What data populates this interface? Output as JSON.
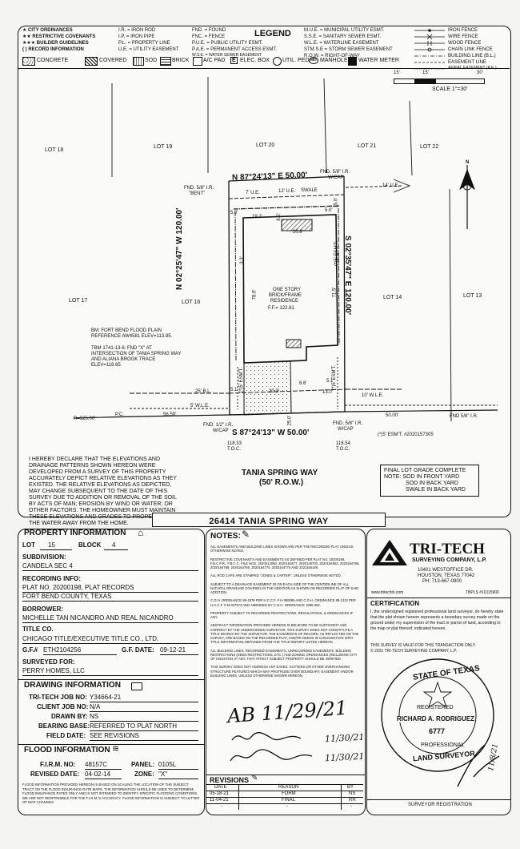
{
  "legend": {
    "title": "LEGEND",
    "col1": [
      "★ CITY ORDINANCES",
      "★★ RESTRICTIVE COVENANTS",
      "★★★ BUILDER GUIDELINES",
      "( ) RECORD INFORMATION"
    ],
    "col2": [
      "I.R. = IRON ROD",
      "I.P. = IRON PIPE",
      "P.L. = PROPERTY LINE",
      "U.E. = UTILITY EASEMENT"
    ],
    "col3": [
      "FND. = FOUND",
      "FNC. = FENCE",
      "P.U.E. = PUBLIC UTILITY ESMT.",
      "P.A.E. = PERMANENT ACCESS ESMT.",
      "W.S.E. = WATER SEWER EASEMENT"
    ],
    "col4": [
      "M.U.E. = MUNICIPAL UTILITY ESMT.",
      "S.S.E. = SANITARY SEWER ESMT.",
      "W.L.E. = WATERLINE EASEMENT",
      "STM.S.E = STORM SEWER EASEMENT",
      "R.O.W. = RIGHT-OF-WAY"
    ],
    "col5": [
      "IRON FENCE",
      "WIRE FENCE",
      "WOOD FENCE",
      "CHAIN LINK FENCE",
      "BUILDING LINE (B.L.)",
      "EASEMENT LINE",
      "AERIAL EASEMENT (A.E.)"
    ],
    "symbols": [
      "CONCRETE",
      "COVERED",
      "SOD",
      "BRICK",
      "A/C PAD",
      "ELEC. BOX",
      "UTIL. PED.",
      "MANHOLE",
      "WATER METER"
    ],
    "symbol_marks": {
      "elec_box": "E",
      "manhole": "MH"
    },
    "scale_marks": [
      "15'",
      "15'",
      "30'"
    ],
    "scale": "SCALE 1\"=30'"
  },
  "plat": {
    "north": "N",
    "lots": [
      "LOT 18",
      "LOT 19",
      "LOT 20",
      "LOT 21",
      "LOT 22",
      "LOT 17",
      "LOT 16",
      "LOT 14",
      "LOT 13"
    ],
    "bearing_north": "N 87°24'13\" E 50.00'",
    "bearing_south": "S 87°24'13\" W 50.00'",
    "bearing_west": "N 02°25'47\" W 120.00'",
    "bearing_east": "S 02°35'47\" E 120.00'",
    "fnd_nw": "FND. 5/8\" I.R.",
    "fnd_nw_2": "\"BENT\"",
    "fnd_ne": "FND. 5/8\" I.R.",
    "fnd_ne_2": "W/CAP",
    "fnd_sw": "FND. 1/2\" I.R.",
    "fnd_sw_2": "W/CAP",
    "fnd_se": "FND. 5/8\" I.R.",
    "fnd_se_2": "W/CAP",
    "fnd_far": "FND 5/8\" I.R.",
    "ue_top": "7' U.E.",
    "ue_top_2": "12' U.E.",
    "ue_right": "14' U.E.",
    "swale": "SWALE",
    "residence": [
      "ONE STORY",
      "BRICK/FRAME",
      "RESIDENCE",
      "F.F.= 122.81"
    ],
    "dims": [
      "19.2'",
      "8.0'",
      "20.8'",
      "78.9'",
      "71.5'",
      "20.3'",
      "6.6'",
      "13.0'",
      "25.0'",
      "5.0'",
      "5.0'",
      "5.1'",
      "5.1'",
      "3.3'",
      "2.5'",
      "15.0'"
    ],
    "esmt_left": "(*)5' ESM'T.",
    "esmt_right": "(*)5' ESM'T.",
    "esmt_right_2": "(*)5' ESM'T.",
    "bl": "25' B.L.",
    "wle_left": "5' W.L.E.",
    "wle_right": "10' W.L.E.",
    "curve": "R=525.00'",
    "pc": "P.C.",
    "len1": "56.59'",
    "len2": "50.00'",
    "esmt_note": "(*)5' ESM'T. #2020157305",
    "toc_left": "118.33",
    "toc_right": "118.54",
    "toc": "T.O.C.",
    "bm": [
      "BM: FORT BEND FLOOD PLAIN",
      "REFERENCE AW4581 ELEV=113.85.",
      "TBM 1741-13-6: FND \"X\" AT",
      "INTERSECTION OF TANIA SPRING WAY",
      "AND ALIANA BROOK TRACE",
      "ELEV=118.65."
    ],
    "street": "TANIA SPRING WAY",
    "row": "(50' R.O.W.)",
    "declaration": [
      "I HEREBY DECLARE THAT THE ELEVATIONS AND",
      "DRAINAGE PATTERNS SHOWN HEREON WERE",
      "DEVELOPED FROM A SURVEY OF THIS PROPERTY",
      "ACCURATELY DEPICT RELATIVE ELEVATIONS AS THEY",
      "EXISTED. THE RELATIVE ELEVATIONS AS DEPICTED,",
      "MAY CHANGE SUBSEQUENT TO THE DATE OF THIS",
      "SURVEY DUE TO ADDITION OR REMOVAL OF THE SOIL",
      "BY ACTS OF MAN; EROSION BY WIND OR WATER; OR",
      "OTHER FACTORS. THE HOMEOWNER MUST MAINTAIN",
      "THESE ELEVATIONS AND GRADES TO PROPERLY DRAIN",
      "THE WATER AWAY FROM THE HOME."
    ],
    "final_grade": [
      "FINAL LOT GRADE COMPLETE",
      "NOTE: SOD IN FRONT YARD",
      "SOD IN BACK YARD",
      "SWALE IN BACK YARD"
    ]
  },
  "address": "26414 TANIA SPRING WAY",
  "property": {
    "title": "PROPERTY INFORMATION",
    "lot_label": "LOT",
    "lot": "15",
    "block_label": "BLOCK",
    "block": "4",
    "subdivision_label": "SUBDIVISION:",
    "subdivision": "CANDELA SEC 4",
    "recording_label": "RECORDING INFO:",
    "recording": [
      "PLAT NO. 20200198, PLAT RECORDS",
      "FORT BEND COUNTY, TEXAS"
    ],
    "borrower_label": "BORROWER:",
    "borrower": "MICHELLE TAN NICANDRO AND REAL NICANDRO",
    "title_co_label": "TITLE CO.",
    "title_co": "CHICAGO TITLE/EXECUTIVE TITLE CO., LTD.",
    "gf_label": "G.F.#",
    "gf": "ETH2104256",
    "gf_date_label": "G.F. DATE:",
    "gf_date": "09-12-21",
    "surveyed_label": "SURVEYED FOR:",
    "surveyed": "PERRY HOMES, LLC"
  },
  "drawing": {
    "title": "DRAWING INFORMATION",
    "rows": [
      {
        "label": "TRI-TECH JOB NO:",
        "value": "Y34664-21"
      },
      {
        "label": "CLIENT JOB NO:",
        "value": "N/A"
      },
      {
        "label": "DRAWN BY:",
        "value": "NS"
      },
      {
        "label": "BEARING BASE:",
        "value": "REFERRED TO PLAT NORTH"
      },
      {
        "label": "FIELD DATE:",
        "value": "SEE REVISIONS"
      }
    ]
  },
  "flood": {
    "title": "FLOOD INFORMATION",
    "firm_label": "F.I.R.M. NO:",
    "firm": "48157C",
    "panel_label": "PANEL:",
    "panel": "0105L",
    "revised_label": "REVISED DATE:",
    "revised": "04-02-14",
    "zone_label": "ZONE:",
    "zone": "\"X\"",
    "disclaimer": "FLOOD INFORMATION PROVIDED HEREON IS BASED ON SCALING THE LOCATION OF THE SUBJECT TRACT ON THE FLOOD INSURANCE RATE MAPS. THE INFORMATION SHOULD BE USED TO DETERMINE FLOOD INSURANCE RATES ONLY AND IS NOT INTENDED TO IDENTIFY SPECIFIC FLOODING CONDITIONS. WE ARE NOT RESPONSIBLE FOR THE F.I.R.M.'S ACCURACY. FLOOD INFORMATION IS SUBJECT TO LETTER OF MAP CHANGES."
  },
  "notes": {
    "title": "NOTES:",
    "items": [
      "ALL EASEMENTS AND BUILDING LINES SHOWN ARE PER THE RECORDED PLAT UNLESS OTHERWISE NOTED.",
      "RESTRICTIVE COVENANTS AND EASEMENTS AS DEFINED PER PLAT NO. 20200198, F.B.C.P.R.; F.B.C.C. FILE NOS. 2020012060, 2020181677, 2020146702, 2020164953, 2020164765, 2020164768, 2020164769, 2020164770, 2020164775 AND 2021165186.",
      "ALL ROD CAPS ARE STAMPED \"JONES & CARTER\", UNLESS OTHERWISE NOTED.",
      "SUBJECT TO A DRAINAGE EASEMENT 20 ON EACH SIDE OF THE CENTERLINE OF ALL NATURAL DRAINAGE COURSES IN THE ADDITION AS SHOWN ON RECORDED PLAT OF SAID ADDITION.",
      "C.O.H. ORDINANCE 85-1878 PER H.C.C.F. # H-350695 AND C.O.H. ORDINANCE 89-1312 PER H.C.C.F. # M-337573 AND AMENDED BY C.O.H. ORDINANCE 1999-262.",
      "PROPERTY SUBJECT TO RECORDED RESTRICTIONS, REGULATIONS, & ORDINANCES IF ANY.",
      "ABSTRACT INFORMATION PROVIDED HEREON IS BELIEVED TO BE SUFFICIENT AND CORRECT BY THE UNDERSIGNED SURVEYOR. THIS SURVEY DOES NOT CONSTITUTE A TITLE SEARCH BY THE SURVEYOR. THE EASEMENTS OF RECORD, AS REFLECTED ON THE SURVEY, ARE BASED ON THE RECORDED PLAT, AND/OR DEEDS IN CONJUNCTION WITH TITLE INFORMATION OBTAINED FROM THE TITLE REPORT LISTED HEREON.",
      "ALL BUILDING LINES, RECORDED EASEMENTS, UNRECORDED EASEMENTS, BUILDING RESTRICTIONS (DEED RESTRICTIONS, ETC.) AND ZONING ORDINANCES (INCLUDING CITY OF HOUSTON, IF ANY, THAT AFFECT SUBJECT PROPERTY SHOULD BE VERIFIED.",
      "THIS SURVEY DOES NOT ADDRESS ANY EAVES, GUTTERS OR OTHER OVERHANGING STRUCTURE FEATURES WHICH MAY PROTRUDE OVER BOUNDARY, EASEMENT AND/OR BUILDING LINES, UNLESS OTHERWISE SHOWN HEREON."
    ]
  },
  "signatures": {
    "initial": "AB 11/29/21",
    "sig1_date": "11/30/21",
    "sig2_date": "11/30/21",
    "seal_date": "11/8/21"
  },
  "revisions": {
    "title": "REVISIONS",
    "headers": [
      "DATE",
      "REASON",
      "BY"
    ],
    "rows": [
      [
        "05-18-21",
        "FORM",
        "NS"
      ],
      [
        "11-04-21",
        "FINAL",
        "RR"
      ],
      [
        "-",
        "-",
        "-"
      ]
    ]
  },
  "company": {
    "name": "TRI-TECH",
    "sub": "SURVEYING COMPANY, L.P.",
    "addr1": "10401 WESTOFFICE DR.",
    "addr2": "HOUSTON, TEXAS 77042",
    "phone": "PH: 713-667-0800",
    "web": "www.tritechtx.com",
    "tbpls": "TBPLS #10115900",
    "cert_title": "CERTIFICATION",
    "cert_text": "I, the undersigned registered professional land surveyor, do hereby state that the plat shown hereon represents a boundary survey made on the ground under my supervision of the tract or parcel of land, according to the map or plat thereof, indicated hereon.",
    "valid": "THIS SURVEY IS VALID FOR THIS TRANSACTION ONLY.",
    "copyright": "© 2021 TRI-TECH SURVEYING COMPANY, L.P.",
    "seal": {
      "state": "STATE OF TEXAS",
      "registered": "REGISTERED",
      "name": "RICHARD A. RODRIGUEZ",
      "num": "6777",
      "professional": "PROFESSIONAL",
      "land": "LAND SURVEYOR"
    },
    "surveyor_reg": "SURVEYOR REGISTRATION"
  },
  "colors": {
    "ink": "#111111",
    "paper": "#fafaf8",
    "hatch": "#333333"
  }
}
